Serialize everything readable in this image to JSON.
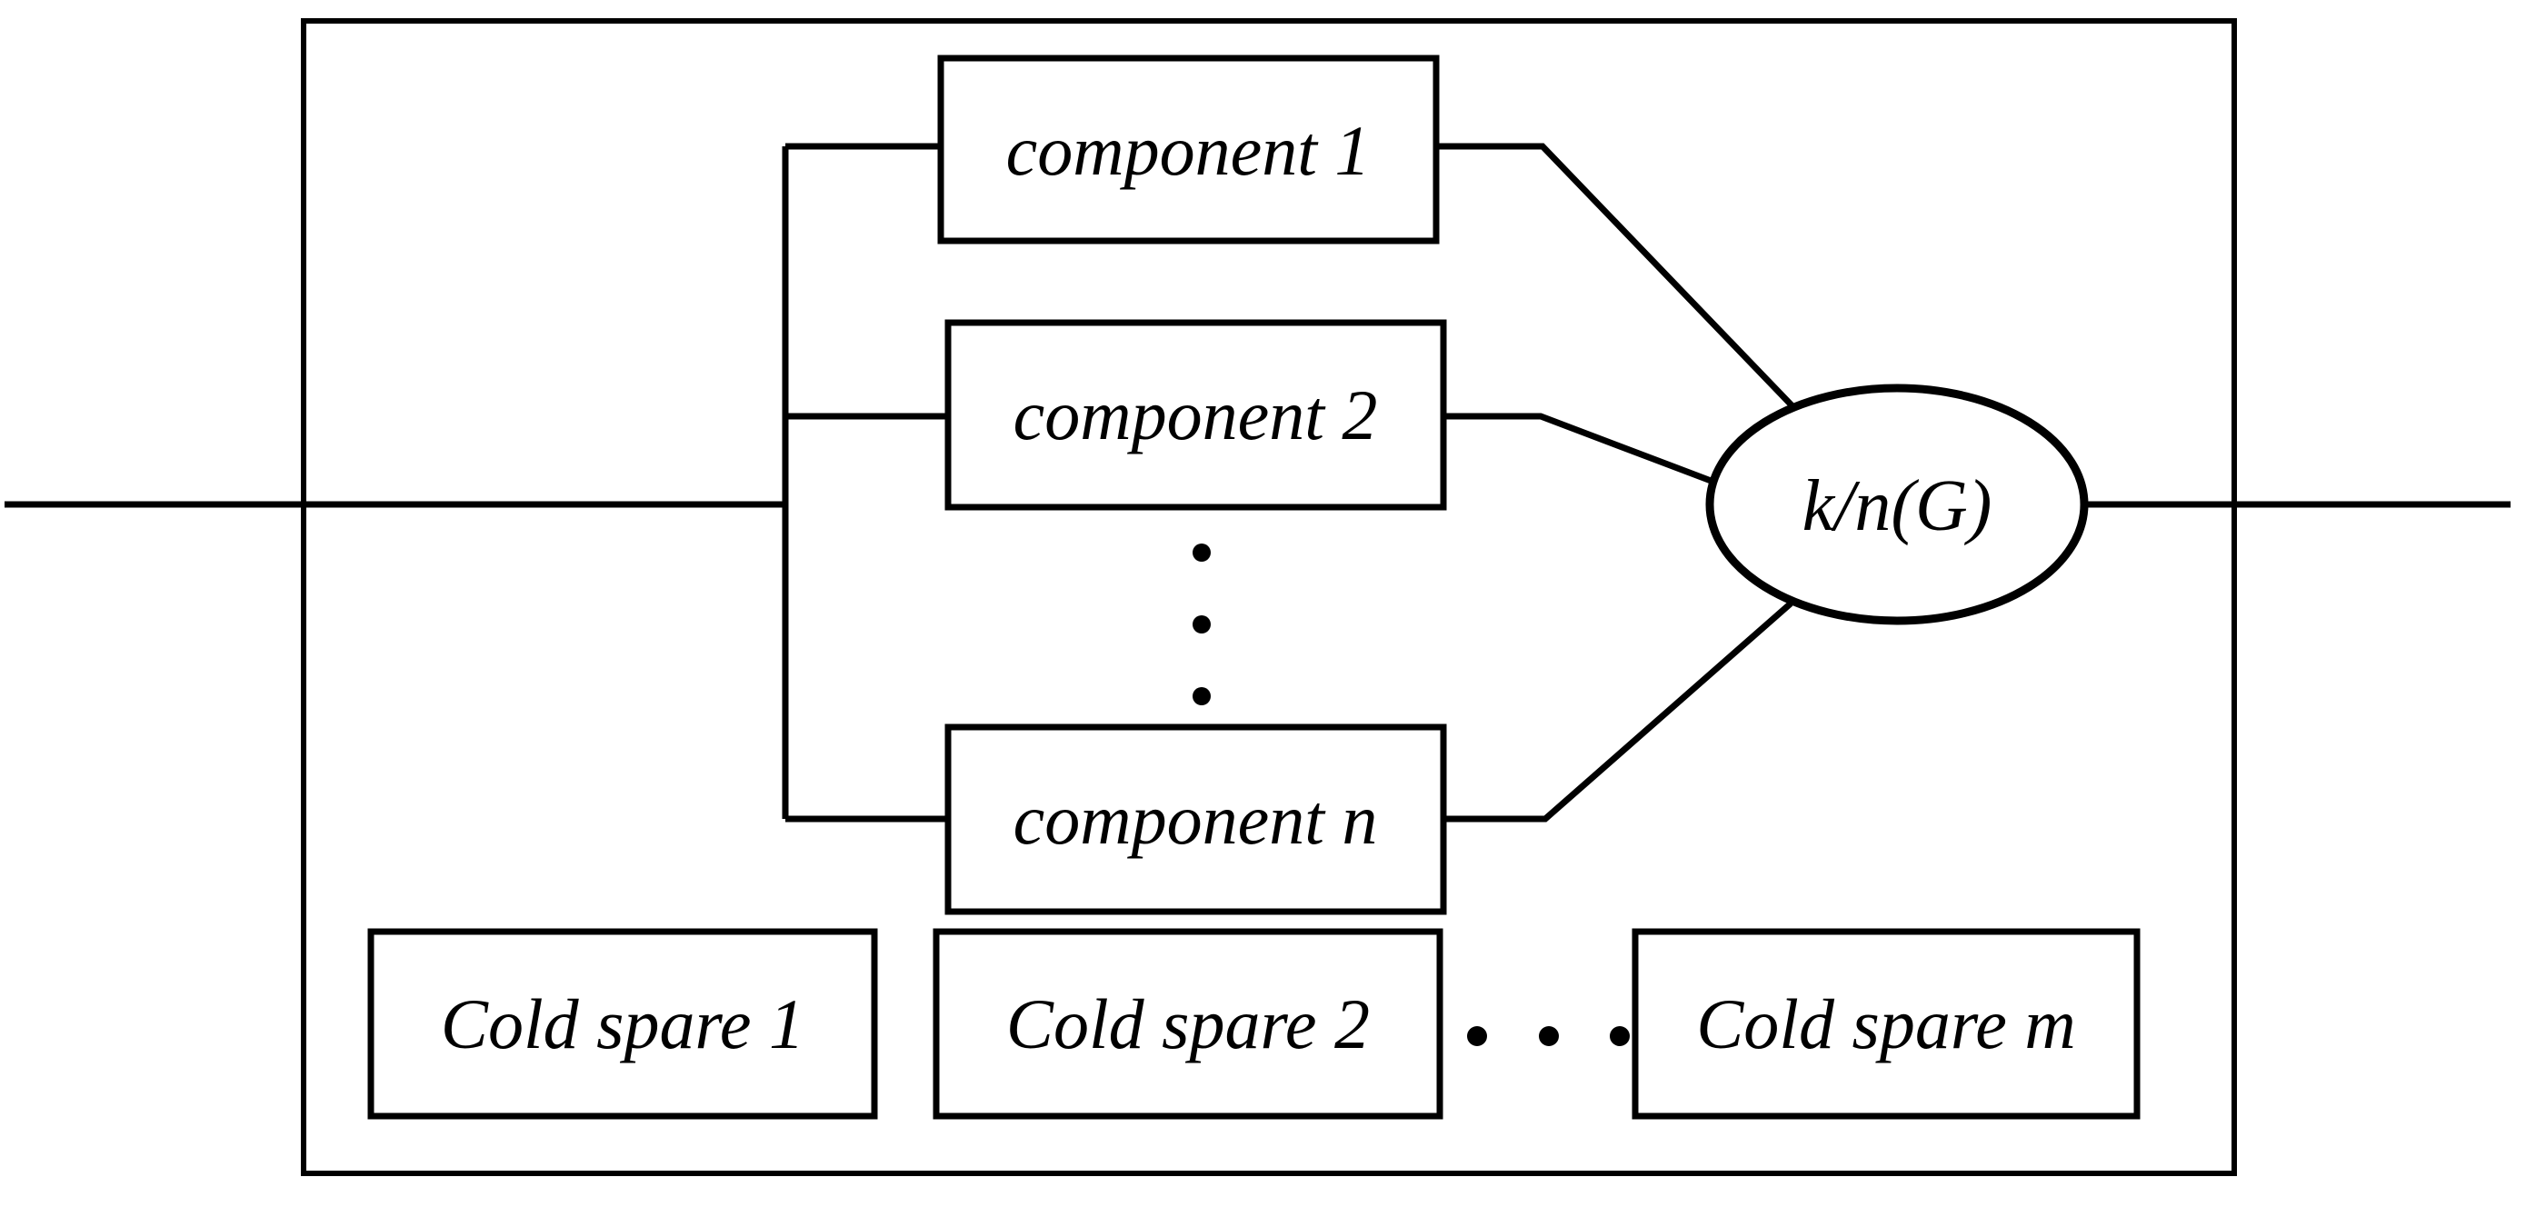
{
  "colors": {
    "background": "#ffffff",
    "line": "#000000",
    "text": "#000000"
  },
  "components": [
    {
      "label": "component 1"
    },
    {
      "label": "component 2"
    },
    {
      "label": "component n"
    }
  ],
  "gate": {
    "label": "k/n(G)"
  },
  "cold_spares": [
    {
      "label": "Cold spare 1"
    },
    {
      "label": "Cold spare 2"
    },
    {
      "label": "Cold spare m"
    }
  ],
  "ellipsis": {
    "vertical_dot_count": 3,
    "horizontal_dot_count": 3
  }
}
